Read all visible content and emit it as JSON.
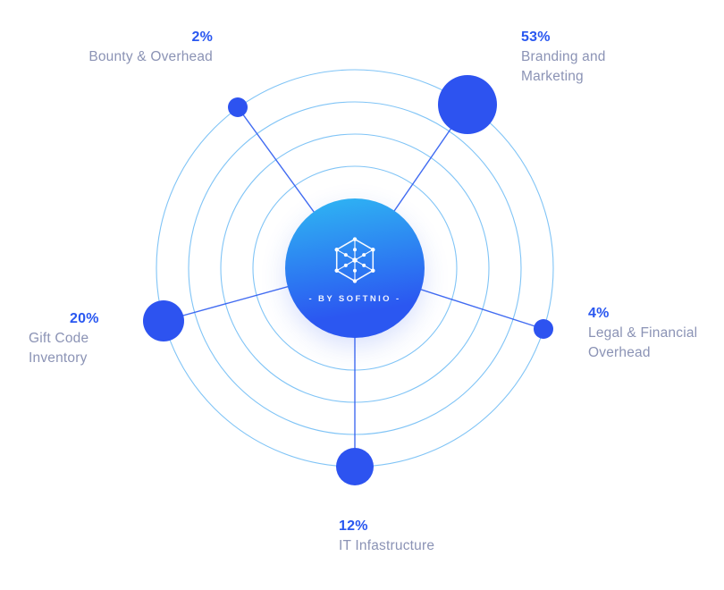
{
  "diagram": {
    "center": {
      "brand_text": "- BY SOFTNIO -",
      "icon": "hex-network-icon"
    },
    "segments": [
      {
        "id": "bounty",
        "percent": "2%",
        "label": "Bounty & Overhead"
      },
      {
        "id": "branding",
        "percent": "53%",
        "label": "Branding and\nMarketing"
      },
      {
        "id": "legal",
        "percent": "4%",
        "label": "Legal & Financial\nOverhead"
      },
      {
        "id": "gift",
        "percent": "20%",
        "label": "Gift Code\nInventory"
      },
      {
        "id": "it",
        "percent": "12%",
        "label": "IT Infastructure"
      }
    ],
    "colors": {
      "percent_text": "#2957f0",
      "label_text": "#8b93b5",
      "node_dot": "#2d53f0",
      "orbit_ring": "#3ca4f1",
      "connector_line": "#2d5cf0",
      "center_gradient_start": "#2fb8f3",
      "center_gradient_end": "#2b57f1"
    }
  },
  "chart_data": {
    "type": "pie",
    "categories": [
      "Bounty & Overhead",
      "Branding and Marketing",
      "Legal & Financial Overhead",
      "Gift Code Inventory",
      "IT Infastructure"
    ],
    "values": [
      2,
      53,
      4,
      20,
      12
    ],
    "center_text": "- BY SOFTNIO -",
    "legend_position": "around-orbits"
  }
}
